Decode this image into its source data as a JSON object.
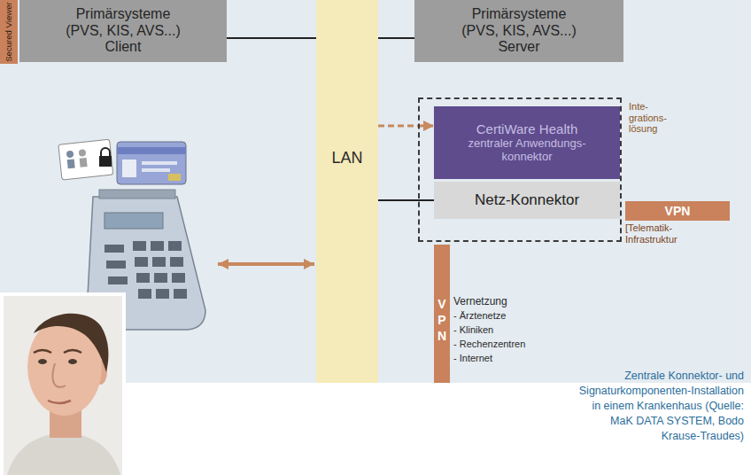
{
  "diagram": {
    "caption": "Zentrale Konnektor- und Signaturkomponenten-Installation in einem Krankenhaus (Quelle: MaK DATA SYSTEM, Bodo Krause-Traudes)",
    "nodes": [
      {
        "text": [
          "Secured Viewer"
        ]
      },
      {
        "text": [
          "Primärsysteme (PVS, KIS, AVS...) Client"
        ]
      },
      {
        "text": [
          "LAN"
        ]
      },
      {
        "text": [
          "Primärsysteme (PVS, KIS, AVS...) Server"
        ]
      },
      {
        "text": [
          "Inte- grations- lösung"
        ]
      },
      {
        "text": [
          "CertiWare Health",
          "zentraler Anwendungs- konnektor"
        ],
        "in": 4
      },
      {
        "text": [
          "Netz-Konnektor"
        ],
        "in": 4
      },
      {
        "text": [
          "VPN",
          "[Telematik- Infrastruktur"
        ]
      },
      {
        "text": [
          "VPN"
        ]
      },
      {
        "text": [
          "Vernetzung",
          "- Ärztenetze",
          "- Kliniken",
          "- Rechenzentren",
          "- Internet"
        ]
      }
    ],
    "edges": [
      {
        "from": 1,
        "to": 2,
        "arrow": "none"
      },
      {
        "from": 2,
        "to": 3,
        "arrow": "none"
      },
      {
        "from": 2,
        "to": 5,
        "arrow": "to"
      },
      {
        "from": 2,
        "to": 6,
        "arrow": "none"
      }
    ]
  }
}
